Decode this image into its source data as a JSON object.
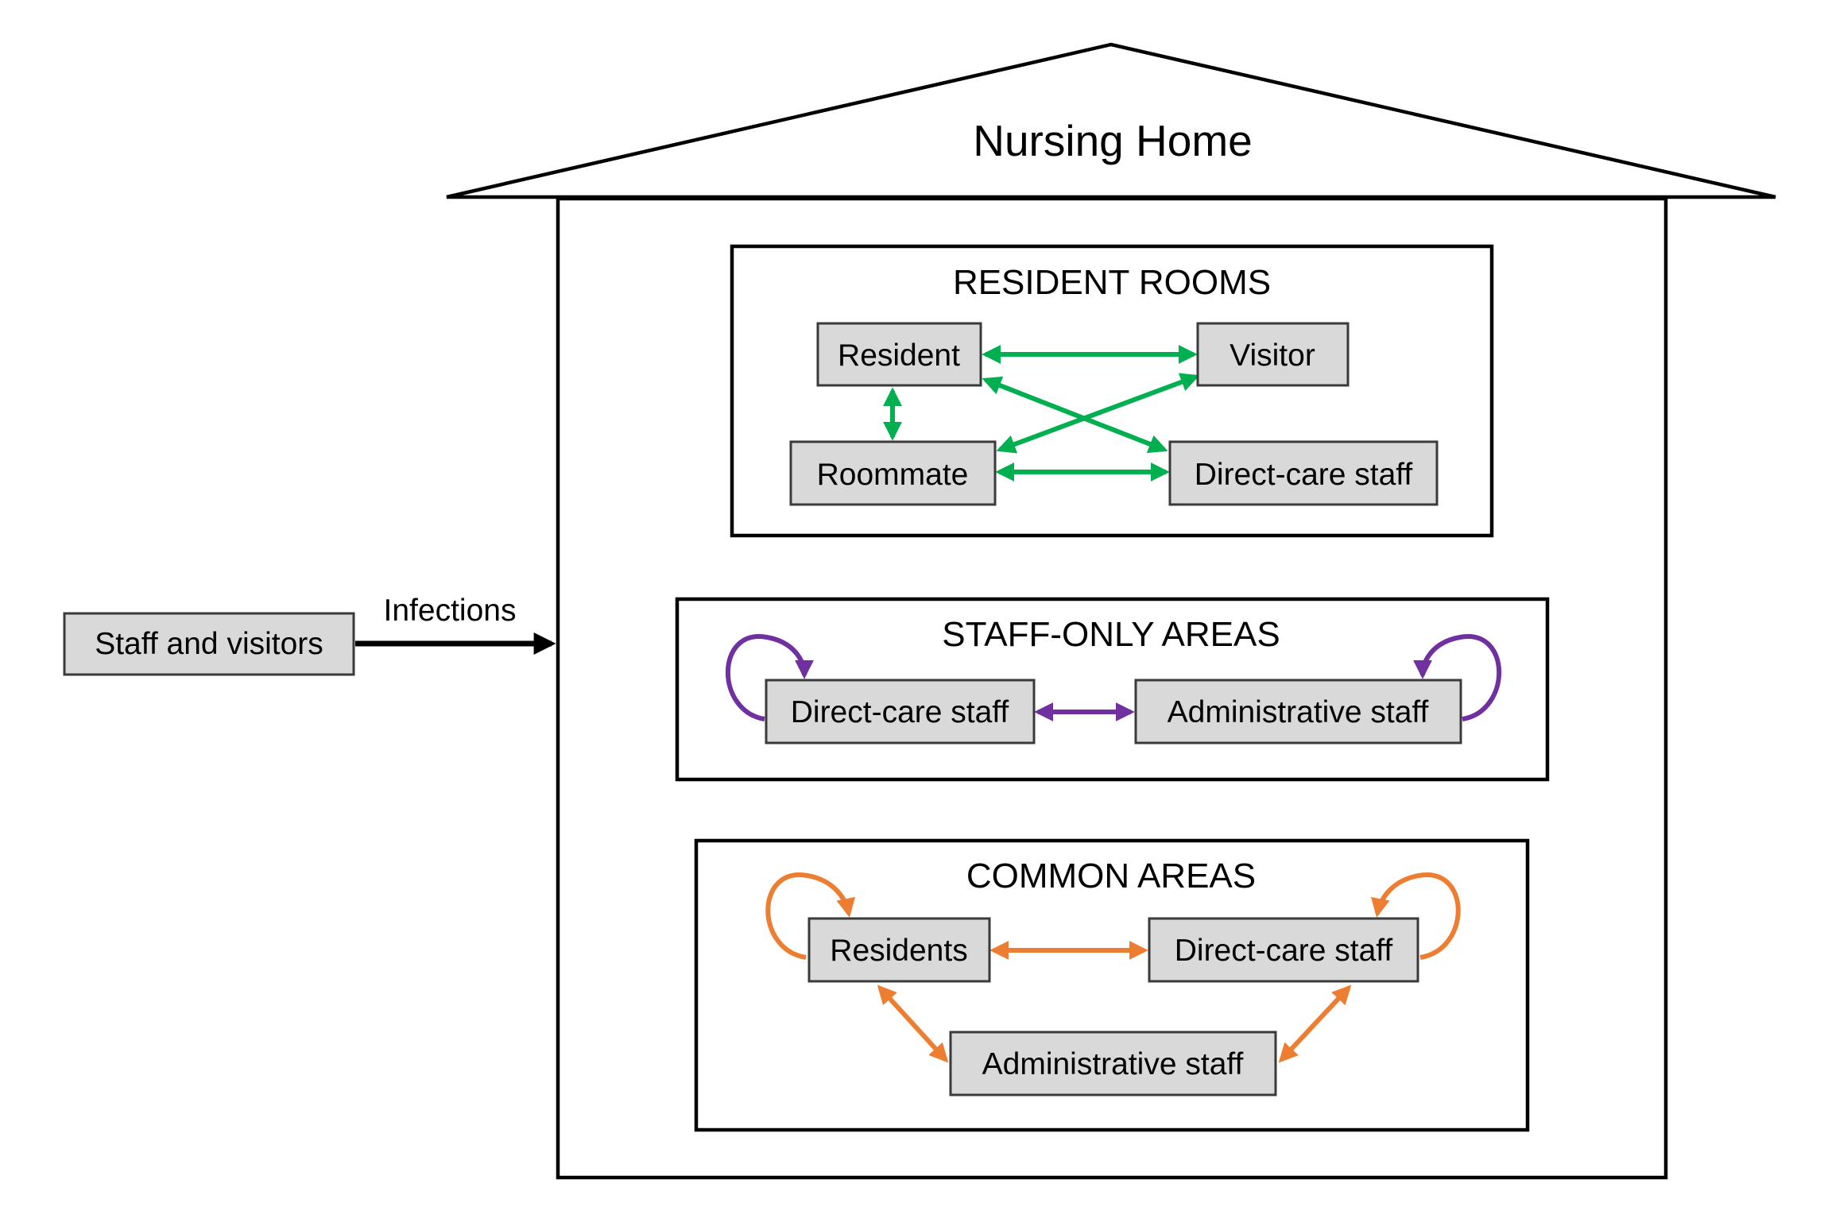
{
  "title": "Nursing Home",
  "external": {
    "source_label": "Staff and visitors",
    "edge_label": "Infections"
  },
  "colors": {
    "resident_rooms": "#00b050",
    "staff_only": "#7030a0",
    "common_areas": "#ed7d31",
    "node_fill": "#d9d9d9",
    "outline": "#000000"
  },
  "sections": {
    "resident_rooms": {
      "title": "RESIDENT ROOMS",
      "nodes": {
        "resident": "Resident",
        "visitor": "Visitor",
        "roommate": "Roommate",
        "direct_care": "Direct-care staff"
      }
    },
    "staff_only": {
      "title": "STAFF-ONLY AREAS",
      "nodes": {
        "direct_care": "Direct-care staff",
        "administrative": "Administrative staff"
      }
    },
    "common_areas": {
      "title": "COMMON AREAS",
      "nodes": {
        "residents": "Residents",
        "direct_care": "Direct-care staff",
        "administrative": "Administrative staff"
      }
    }
  }
}
